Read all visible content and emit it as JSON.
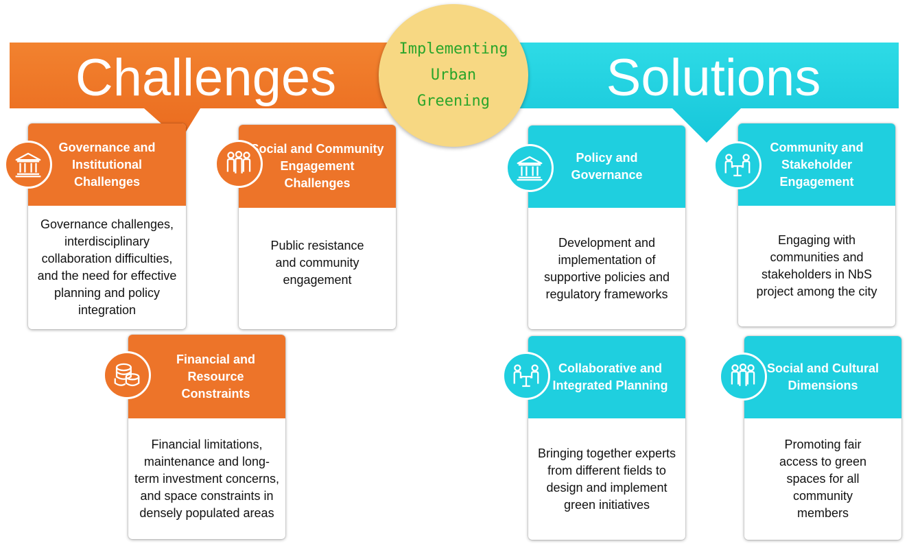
{
  "center": {
    "line1": "Implementing",
    "line2": "Urban",
    "line3": "Greening"
  },
  "challenges": {
    "title": "Challenges",
    "color": "#ed7429",
    "cards": [
      {
        "title": "Governance and Institutional Challenges",
        "icon": "government-building-icon",
        "body": "Governance challenges, interdisciplinary collaboration difficulties, and the need for effective planning and policy integration"
      },
      {
        "title": "Social and Community Engagement Challenges",
        "icon": "people-group-icon",
        "body": "Public resistance and community engagement"
      },
      {
        "title": "Financial and Resource Constraints",
        "icon": "coins-icon",
        "body": "Financial limitations, maintenance and long-term investment concerns, and space constraints in densely populated areas"
      }
    ]
  },
  "solutions": {
    "title": "Solutions",
    "color": "#1fcfdf",
    "cards": [
      {
        "title": "Policy and Governance",
        "icon": "government-building-icon",
        "body": "Development and implementation of supportive policies and regulatory frameworks"
      },
      {
        "title": "Community and Stakeholder Engagement",
        "icon": "meeting-table-icon",
        "body": "Engaging with communities and stakeholders in NbS project among the city"
      },
      {
        "title": "Collaborative and Integrated Planning",
        "icon": "meeting-table-icon",
        "body": "Bringing together experts from different fields to design and implement green initiatives"
      },
      {
        "title": "Social and Cultural Dimensions",
        "icon": "people-group-icon",
        "body": "Promoting fair access to green spaces for all community members"
      }
    ]
  }
}
